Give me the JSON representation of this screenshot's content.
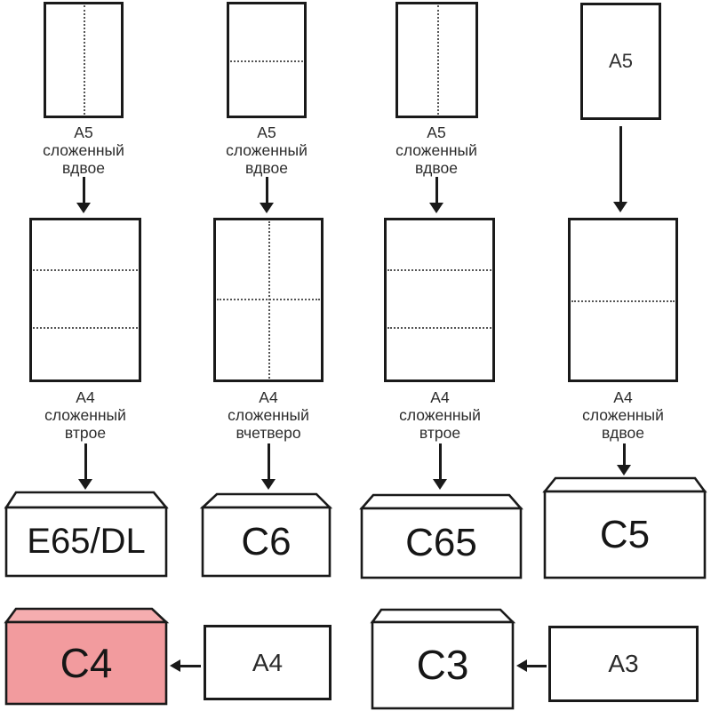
{
  "colors": {
    "line": "#1a1a1a",
    "fold_line": "#555555",
    "caption_text": "#2c2c2c",
    "paper_fill": "#ffffff",
    "highlight_envelope_body": "#f29b9e",
    "highlight_envelope_flap": "#f5adaf"
  },
  "columns": [
    {
      "a5_caption": [
        "A5",
        "сложенный",
        "вдвое"
      ],
      "a4_caption": [
        "A4",
        "сложенный",
        "втрое"
      ],
      "envelope_label": "E65/DL"
    },
    {
      "a5_caption": [
        "A5",
        "сложенный",
        "вдвое"
      ],
      "a4_caption": [
        "A4",
        "сложенный",
        "вчетверо"
      ],
      "envelope_label": "C6"
    },
    {
      "a5_caption": [
        "A5",
        "сложенный",
        "вдвое"
      ],
      "a4_caption": [
        "A4",
        "сложенный",
        "втрое"
      ],
      "envelope_label": "C65"
    },
    {
      "a5_inner_label": "A5",
      "a4_caption": [
        "A4",
        "сложенный",
        "вдвое"
      ],
      "envelope_label": "C5"
    }
  ],
  "bottom_row": {
    "envelope_c4_label": "C4",
    "paper_a4_label": "A4",
    "envelope_c3_label": "C3",
    "paper_a3_label": "A3"
  }
}
